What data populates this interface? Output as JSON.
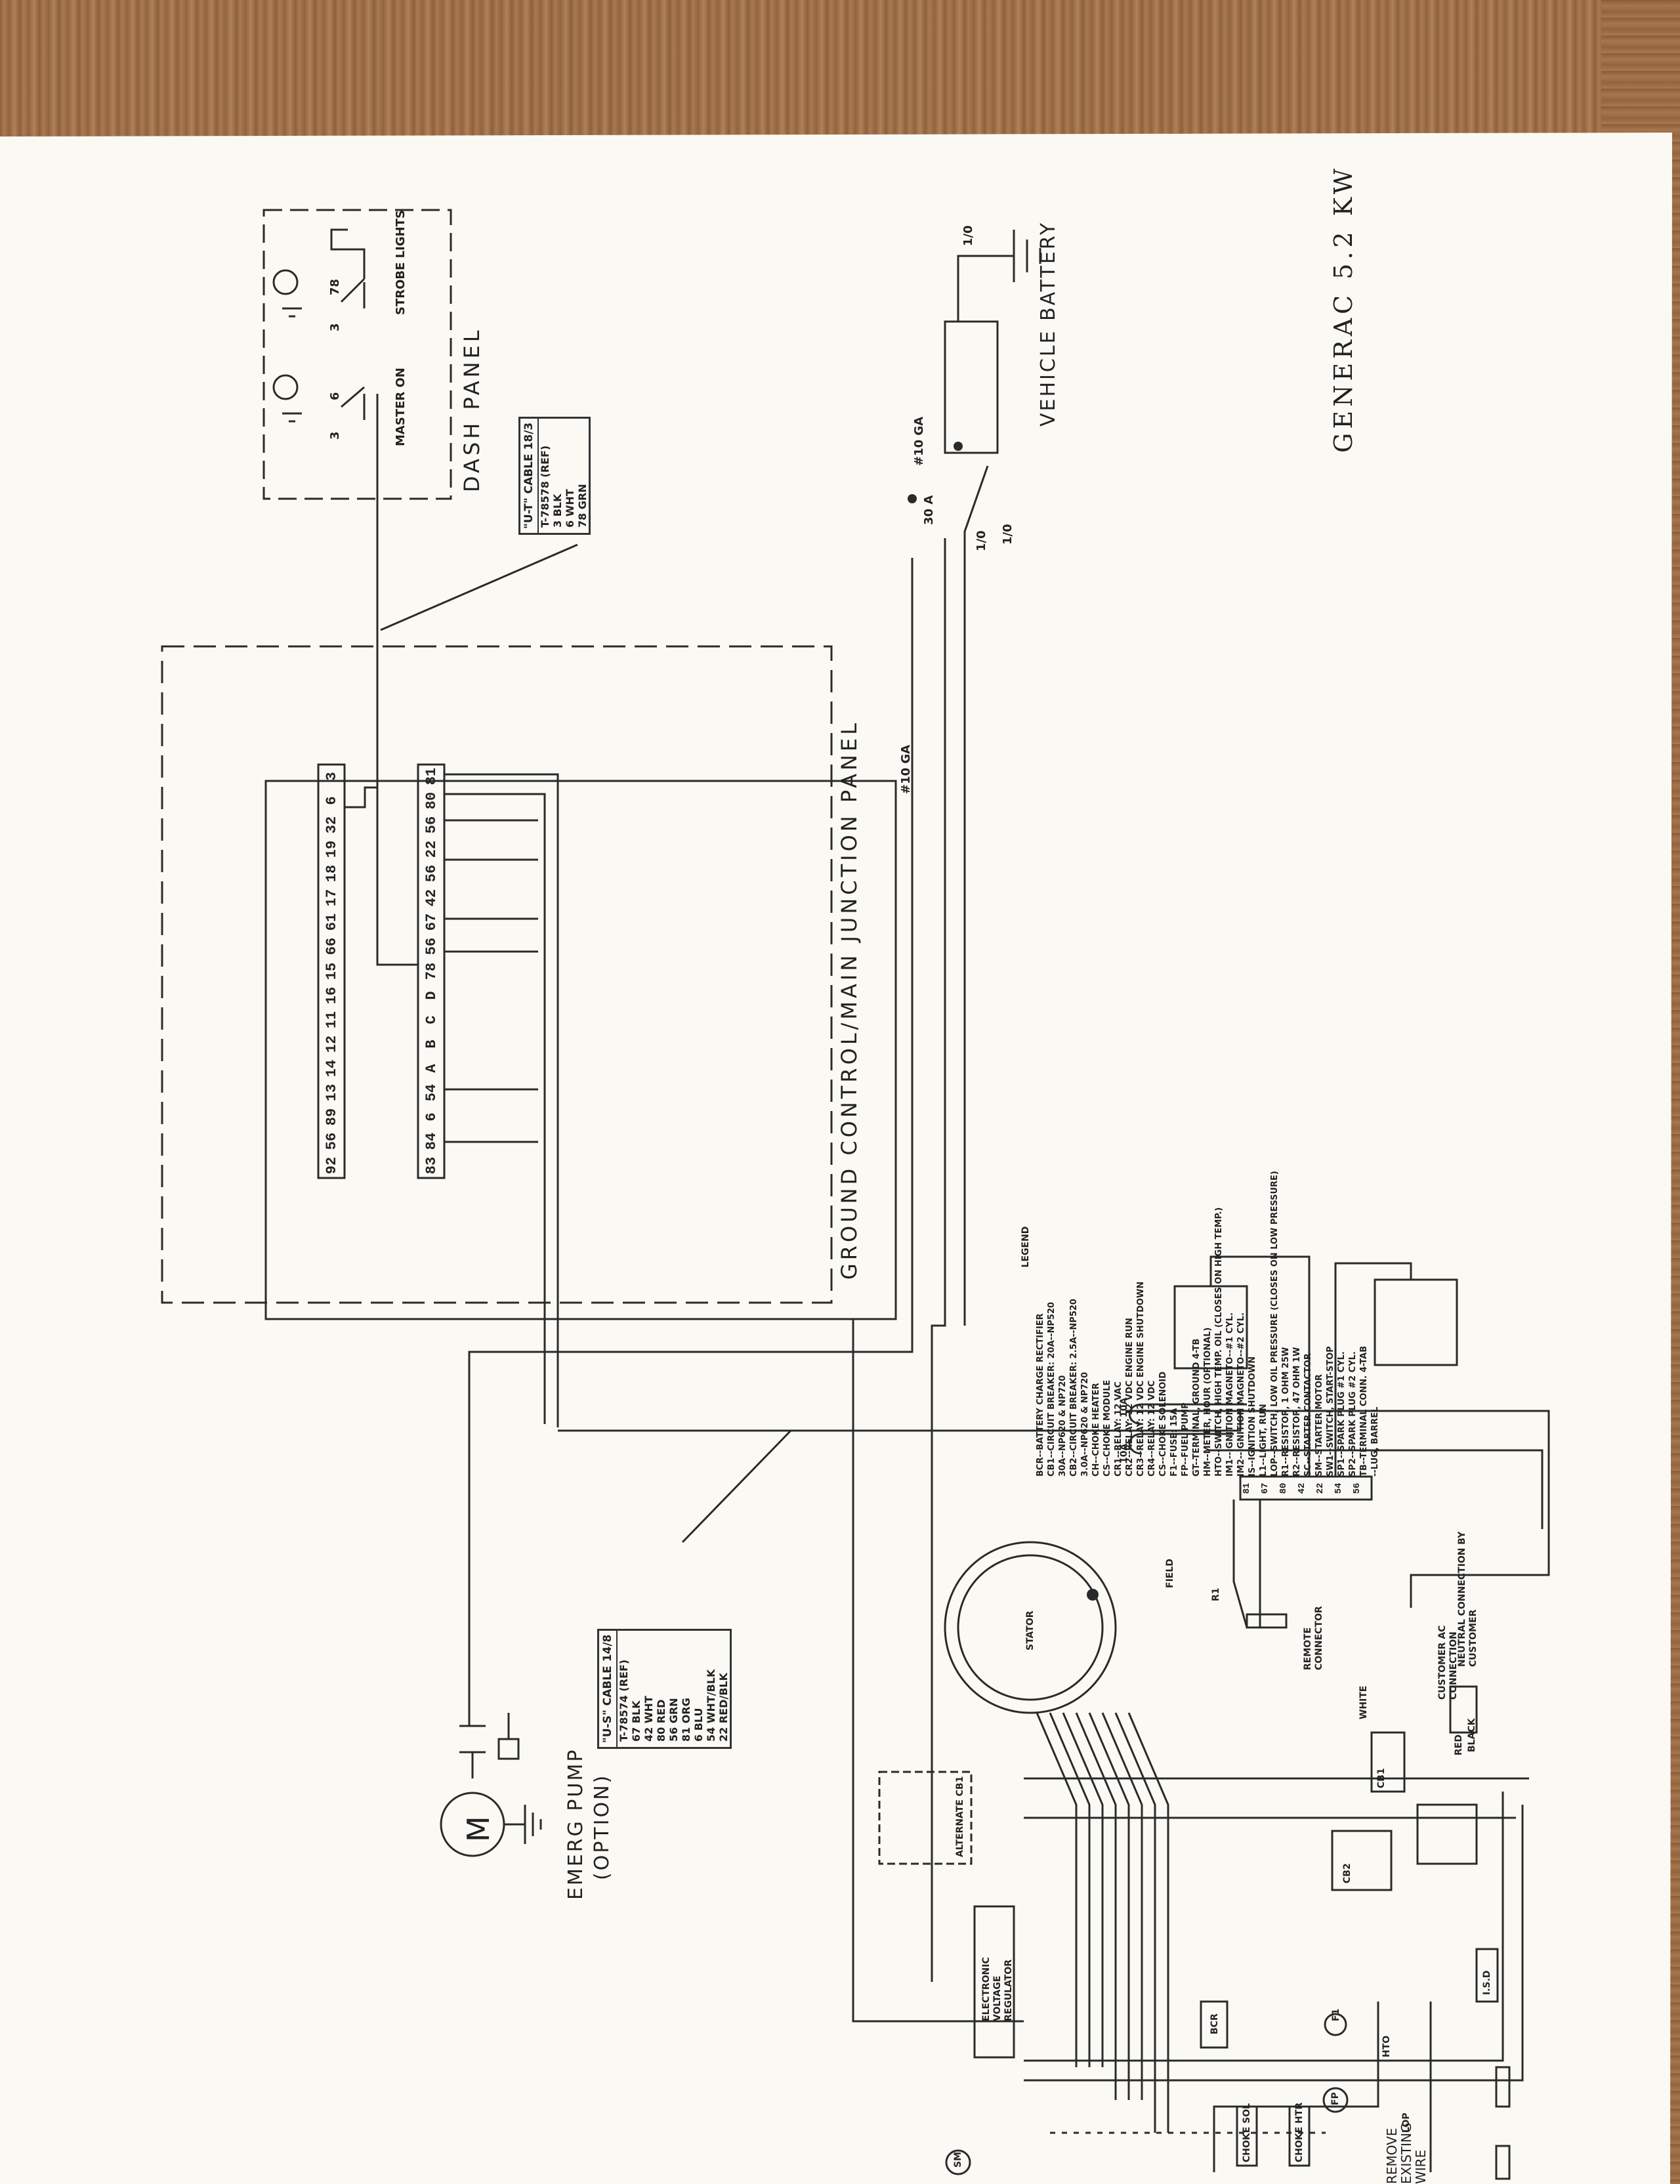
{
  "title": "GENERAC 5.2 KW",
  "dash_panel": {
    "label": "DASH PANEL",
    "master_label": "MASTER ON",
    "strobe_label": "STROBE LIGHTS",
    "wire_nums": [
      "3",
      "6",
      "3",
      "78"
    ]
  },
  "ut_cable": {
    "header": "\"U-T\" CABLE  18/3",
    "part": "T-78578  (REF)",
    "lines": [
      "3  BLK",
      "6  WHT",
      "78  GRN"
    ]
  },
  "us_cable": {
    "header": "\"U-S\" CABLE  14/8",
    "part": "T-78574  (REF)",
    "lines": [
      "67  BLK",
      "42  WHT",
      "80  RED",
      "56  GRN",
      "81  ORG",
      "6  BLU",
      "54  WHT/BLK",
      "22  RED/BLK"
    ]
  },
  "junction_panel": {
    "label": "GROUND CONTROL/MAIN JUNCTION PANEL",
    "strip_top": [
      "92",
      "56",
      "89",
      "13",
      "14",
      "12",
      "11",
      "16",
      "15",
      "66",
      "61",
      "17",
      "18",
      "19",
      "32",
      "6",
      "3"
    ],
    "strip_bottom": [
      "83",
      "84",
      "6",
      "54",
      "A",
      "B",
      "C",
      "D",
      "78",
      "56",
      "67",
      "42",
      "56",
      "22",
      "56",
      "80",
      "81"
    ]
  },
  "battery": {
    "label": "VEHICLE BATTERY",
    "wire_top": "1/0",
    "wire_a": "1/0",
    "wire_b": "1/0",
    "gauge_1": "#10 GA",
    "gauge_2": "#10 GA",
    "fuse": "30 A"
  },
  "pump": {
    "label": "EMERG PUMP",
    "option": "(OPTION)",
    "motor": "M"
  },
  "generator": {
    "stator": "STATOR",
    "field": "FIELD",
    "fuse_a": "10A",
    "fuse_b": "10A",
    "gen_strip": [
      "81",
      "67",
      "80",
      "42",
      "22",
      "54",
      "56"
    ],
    "remove_wire": "REMOVE EXISTING WIRE",
    "remote_conn": "REMOTE CONNECTOR",
    "customer_conn": "CUSTOMER AC CONNECTION",
    "neutral_conn": "NEUTRAL CONNECTION BY CUSTOMER",
    "white": "WHITE",
    "red": "RED",
    "black": "BLACK",
    "evr": "ELECTRONIC VOLTAGE REGULATOR",
    "alt_cb1": "ALTERNATE CB1",
    "bcr": "BCR",
    "fp": "FP",
    "sm": "SM",
    "htq": "HTO",
    "lop": "LOP",
    "isd": "I.S.D",
    "choke_sol": "CHOKE SOL",
    "choke_htr": "CHOKE HTR",
    "cb1": "CB1",
    "cb2": "CB2",
    "r1": "R1",
    "f1": "F1"
  },
  "legend": {
    "title": "LEGEND",
    "lines": [
      "BCR--BATTERY CHARGE RECTIFIER",
      "CB1--CIRCUIT BREAKER: 20A--NP520",
      "                       30A--NP620 & NP720",
      "CB2--CIRCUIT BREAKER: 2.5A--NP520",
      "                       3.0A--NP620 & NP720",
      "CH--CHOKE HEATER",
      "CS--CHOKE MODULE",
      "CR1--RELAY: 12 VAC",
      "CR2--RELAY: 12 VDC ENGINE RUN",
      "CR3--RELAY: 12 VDC ENGINE SHUTDOWN",
      "CR4--RELAY: 12 VDC",
      "CS--CHOKE SOLENOID",
      "F1--FUSE: 15A",
      "FP--FUEL PUMP",
      "GT--TERMINAL, GROUND 4-TB",
      "HM--METER, HOUR (OPTIONAL)",
      "HTO--SWITCH, HIGH TEMP. OIL (CLOSES ON HIGH TEMP.)",
      "IM1--IGNITION MAGNETO--#1 CYL.",
      "IM2--IGNITION MAGNETO--#2 CYL.",
      "IS--IGNITION SHUTDOWN",
      "L1--LIGHT, RUN",
      "LOP--SWITCH, LOW OIL PRESSURE (CLOSES ON LOW PRESSURE)",
      "R1--RESISTOR, 1 OHM 25W",
      "R2--RESISTOR, 47 OHM 1W",
      "SC--STARTER CONTACTOR",
      "SM--STARTER MOTOR",
      "SW1--SWITCH, START-STOP",
      "SP1--SPARK PLUG #1 CYL.",
      "SP2--SPARK PLUG #2 CYL.",
      "TB--TERMINAL CONN. 4-TAB",
      "--LUG, BARREL"
    ]
  }
}
